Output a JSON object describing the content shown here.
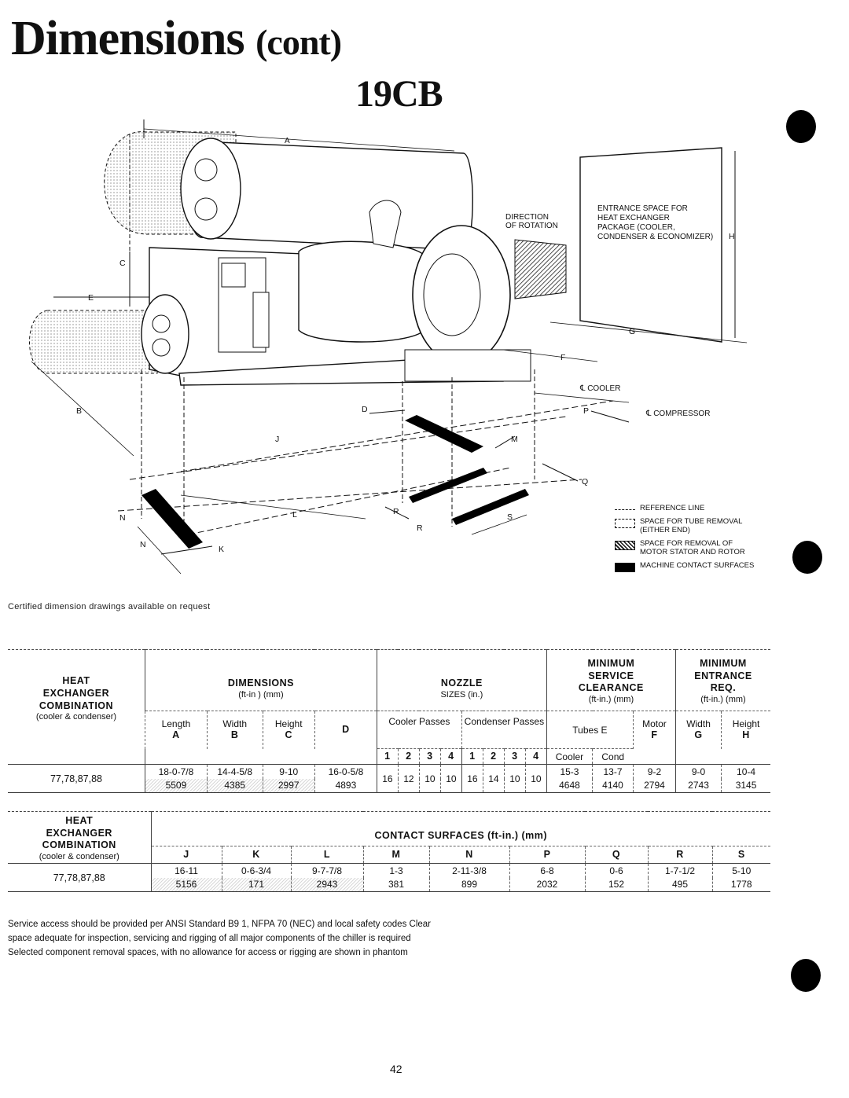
{
  "header": {
    "title": "Dimensions",
    "title_suffix": "(cont)",
    "model": "19CB"
  },
  "drawing": {
    "dim_letters": [
      "A",
      "B",
      "C",
      "D",
      "E",
      "F",
      "G",
      "H",
      "J",
      "K",
      "L",
      "M",
      "N",
      "N",
      "P",
      "Q",
      "R",
      "R",
      "S"
    ],
    "direction_of_rotation": [
      "DIRECTION",
      "OF ROTATION"
    ],
    "entrance_space": [
      "ENTRANCE SPACE FOR",
      "HEAT EXCHANGER",
      "PACKAGE (COOLER,",
      "CONDENSER & ECONOMIZER)"
    ],
    "cooler_centerline": "℄ COOLER",
    "compressor_centerline": "℄ COMPRESSOR"
  },
  "legend": {
    "reference_line": "REFERENCE LINE",
    "tube_removal": [
      "SPACE FOR TUBE REMOVAL",
      "(EITHER END)"
    ],
    "motor_removal": [
      "SPACE FOR REMOVAL OF",
      "MOTOR STATOR AND ROTOR"
    ],
    "contact_surfaces": "MACHINE CONTACT SURFACES"
  },
  "certified_note": "Certified dimension drawings available on request",
  "table1": {
    "hx_header": [
      "HEAT",
      "EXCHANGER",
      "COMBINATION"
    ],
    "hx_sub": "(cooler & condenser)",
    "dimensions_header": "DIMENSIONS",
    "dimensions_units": "(ft-in ) (mm)",
    "nozzle_header": "NOZZLE",
    "nozzle_units": "SIZES (in.)",
    "service_header": [
      "MINIMUM",
      "SERVICE",
      "CLEARANCE"
    ],
    "service_units": "(ft-in.) (mm)",
    "entrance_header": [
      "MINIMUM",
      "ENTRANCE",
      "REQ."
    ],
    "entrance_units": "(ft-in.) (mm)",
    "col_length": "Length",
    "col_A": "A",
    "col_width": "Width",
    "col_B": "B",
    "col_height": "Height",
    "col_C": "C",
    "col_D": "D",
    "cooler_passes": "Cooler Passes",
    "condenser_passes": "Condenser Passes",
    "passes": [
      "1",
      "2",
      "3",
      "4"
    ],
    "tubes": "Tubes E",
    "tubes_cooler": "Cooler",
    "tubes_cond": "Cond",
    "motor": "Motor",
    "motor_F": "F",
    "ent_width": "Width",
    "ent_G": "G",
    "ent_height": "Height",
    "ent_H": "H",
    "row_label": "77,78,87,88",
    "ftin": {
      "A": "18-0-7/8",
      "B": "14-4-5/8",
      "C": "9-10",
      "D": "16-0-5/8",
      "E_cooler": "15-3",
      "E_cond": "13-7",
      "F": "9-2",
      "G": "9-0",
      "H": "10-4"
    },
    "mm": {
      "A": "5509",
      "B": "4385",
      "C": "2997",
      "D": "4893",
      "E_cooler": "4648",
      "E_cond": "4140",
      "F": "2794",
      "G": "2743",
      "H": "3145"
    },
    "nozzle_values": [
      "16",
      "12",
      "10",
      "10",
      "16",
      "14",
      "10",
      "10"
    ]
  },
  "table2": {
    "hx_header": [
      "HEAT",
      "EXCHANGER",
      "COMBINATION"
    ],
    "hx_sub": "(cooler & condenser)",
    "contact_header": "CONTACT SURFACES (ft-in.) (mm)",
    "cols": [
      "J",
      "K",
      "L",
      "M",
      "N",
      "P",
      "Q",
      "R",
      "S"
    ],
    "row_label": "77,78,87,88",
    "ftin": [
      "16-11",
      "0-6-3/4",
      "9-7-7/8",
      "1-3",
      "2-11-3/8",
      "6-8",
      "0-6",
      "1-7-1/2",
      "5-10"
    ],
    "mm": [
      "5156",
      "171",
      "2943",
      "381",
      "899",
      "2032",
      "152",
      "495",
      "1778"
    ]
  },
  "service_note": "Service access should be provided per ANSI Standard B9 1, NFPA 70 (NEC) and local safety codes Clear space adequate for inspection, servicing and rigging of all major components of the chiller is required Selected component removal spaces, with no allowance for access or rigging are shown in phantom",
  "page_number": "42"
}
